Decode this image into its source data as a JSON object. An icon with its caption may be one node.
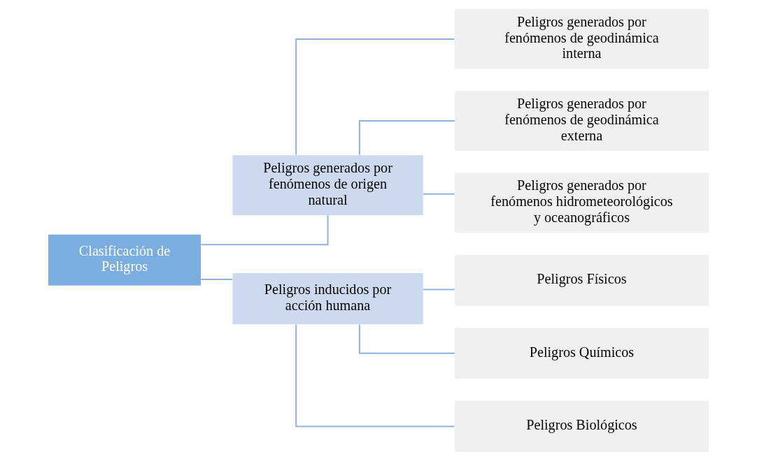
{
  "diagram": {
    "nodes": [
      {
        "text": [
          "Clasificación de Peligros"
        ]
      },
      {
        "text": [
          "Peligros generados por fenómenos de origen natural"
        ]
      },
      {
        "text": [
          "Peligros generados por fenómenos de geodinámica interna"
        ]
      },
      {
        "text": [
          "Peligros generados por fenómenos de geodinámica externa"
        ]
      },
      {
        "text": [
          "Peligros generados por fenómenos hidrometeorológicos y oceanográficos"
        ]
      },
      {
        "text": [
          "Peligros inducidos por acción humana"
        ]
      },
      {
        "text": [
          "Peligros Físicos"
        ]
      },
      {
        "text": [
          "Peligros Químicos"
        ]
      },
      {
        "text": [
          "Peligros Biológicos"
        ]
      }
    ],
    "edges": [
      {
        "from": 0,
        "to": 1,
        "arrow": "none"
      },
      {
        "from": 0,
        "to": 5,
        "arrow": "none"
      },
      {
        "from": 1,
        "to": 2,
        "arrow": "none"
      },
      {
        "from": 1,
        "to": 3,
        "arrow": "none"
      },
      {
        "from": 1,
        "to": 4,
        "arrow": "none"
      },
      {
        "from": 5,
        "to": 6,
        "arrow": "none"
      },
      {
        "from": 5,
        "to": 7,
        "arrow": "none"
      },
      {
        "from": 5,
        "to": 8,
        "arrow": "none"
      }
    ]
  }
}
